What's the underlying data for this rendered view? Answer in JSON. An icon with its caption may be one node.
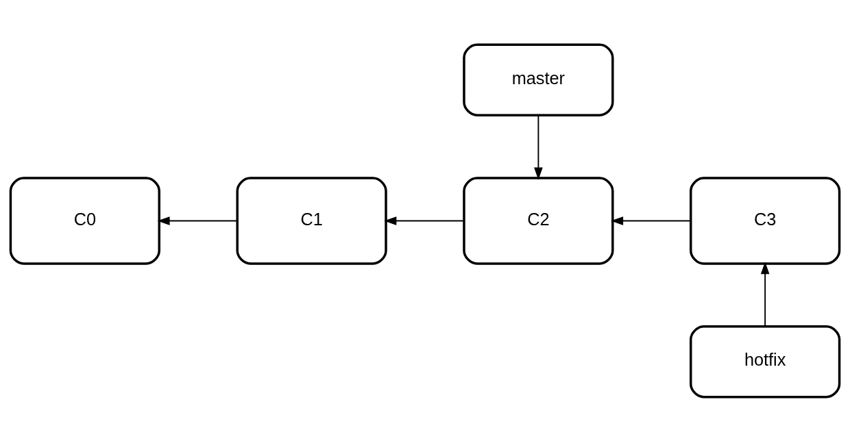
{
  "diagram": {
    "nodes": [
      {
        "text": [
          "master"
        ]
      },
      {
        "text": [
          "C0"
        ]
      },
      {
        "text": [
          "C1"
        ]
      },
      {
        "text": [
          "C2"
        ]
      },
      {
        "text": [
          "C3"
        ]
      },
      {
        "text": [
          "hotfix"
        ]
      }
    ],
    "edges": [
      {
        "from": 0,
        "to": 3,
        "arrow": "to"
      },
      {
        "from": 2,
        "to": 1,
        "arrow": "to"
      },
      {
        "from": 3,
        "to": 2,
        "arrow": "to"
      },
      {
        "from": 4,
        "to": 3,
        "arrow": "to"
      },
      {
        "from": 5,
        "to": 4,
        "arrow": "to"
      }
    ]
  }
}
